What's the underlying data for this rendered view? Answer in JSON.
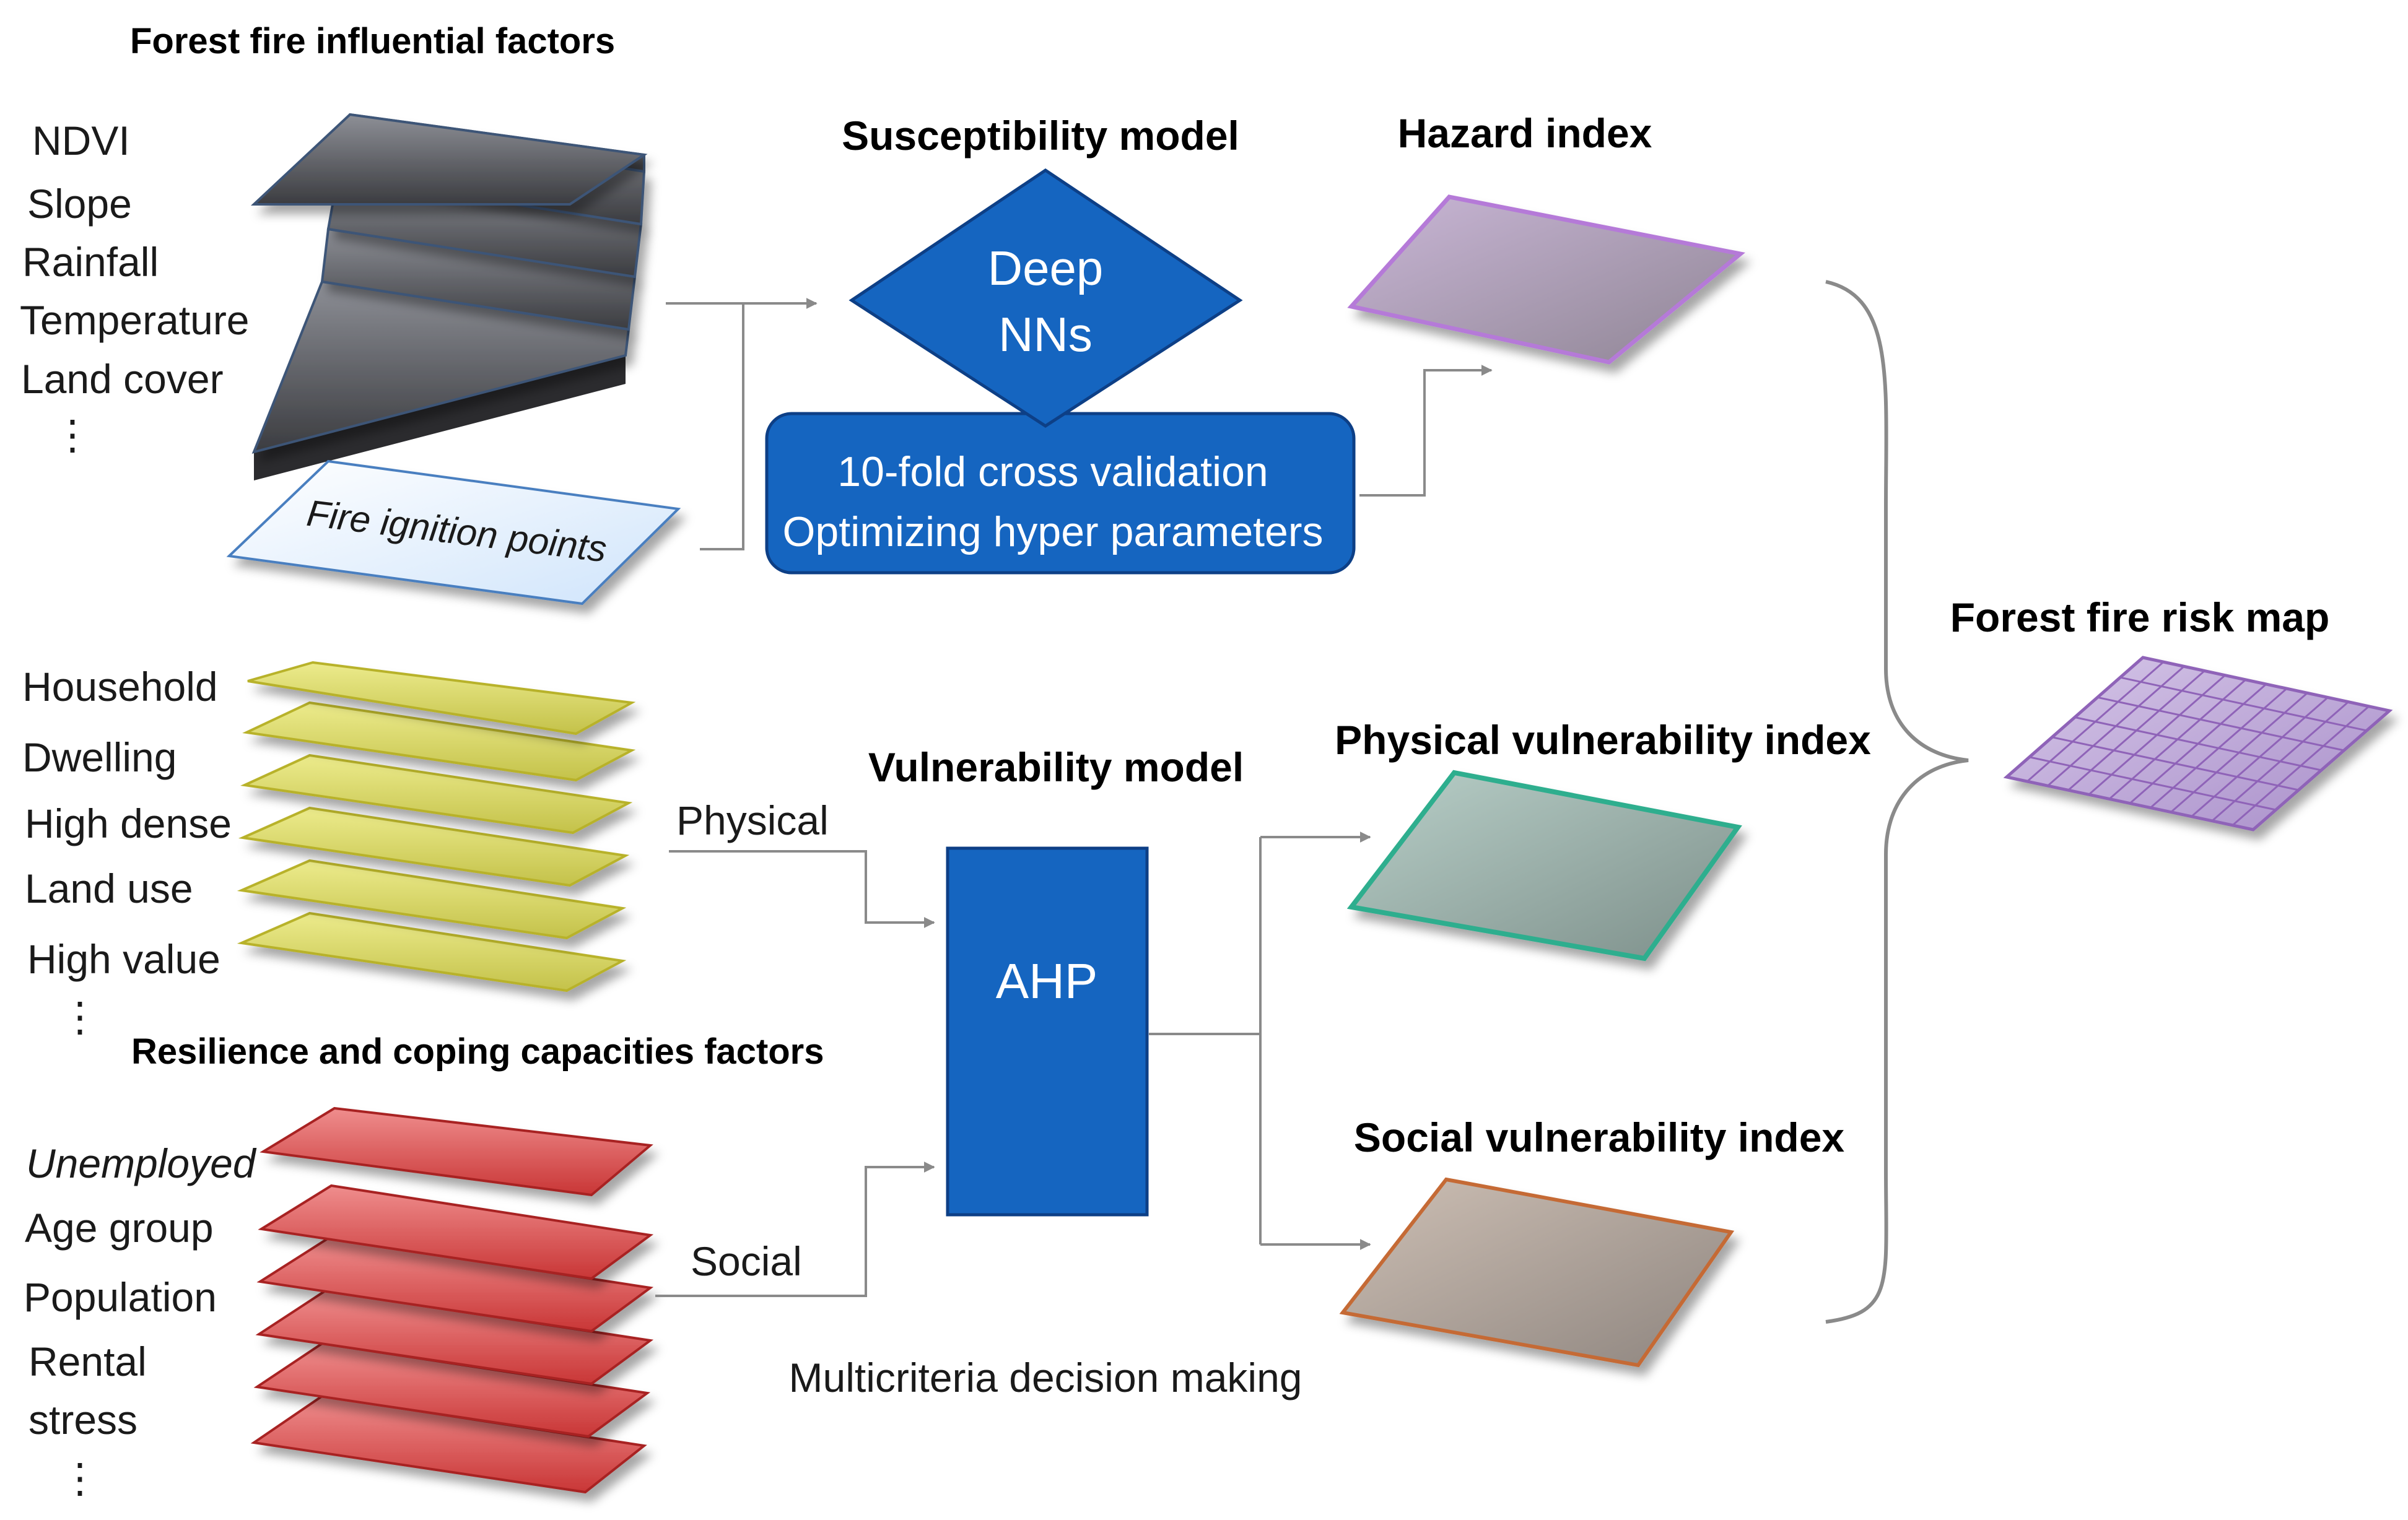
{
  "headings": {
    "forest_factors": "Forest fire influential factors",
    "resilience_factors": "Resilience and coping capacities factors",
    "susceptibility_model": "Susceptibility model",
    "vulnerability_model": "Vulnerability model",
    "hazard_index": "Hazard index",
    "physical_index": "Physical vulnerability index",
    "social_index": "Social vulnerability index",
    "risk_map": "Forest fire risk map"
  },
  "forest_factor_labels": [
    "NDVI",
    "Slope",
    "Rainfall",
    "Temperature",
    "Land cover",
    "⋮"
  ],
  "fire_ignition_label": "Fire ignition points",
  "physical_factor_labels": [
    "Household",
    "Dwelling",
    "High dense",
    "Land use",
    "High value",
    "⋮"
  ],
  "social_factor_labels": [
    "Unemployed",
    "Age group",
    "Population",
    "Rental",
    "stress",
    "⋮"
  ],
  "model_boxes": {
    "dnn_line1": "Deep",
    "dnn_line2": "NNs",
    "validation_line1": "10-fold cross validation",
    "validation_line2": "Optimizing hyper parameters",
    "ahp": "AHP"
  },
  "connector_labels": {
    "physical": "Physical",
    "social": "Social",
    "mcdm": "Multicriteria decision making"
  },
  "colors": {
    "model_blue": "#1565c0",
    "model_border": "#0d3f86",
    "forest_layer": "#4a4a4e",
    "physical_layer": "#d8d65a",
    "social_layer": "#d93a3a",
    "hazard_border": "#b57ad8",
    "physical_border": "#2fae8e",
    "social_border": "#c56a35",
    "risk_grid": "#8f63b8"
  }
}
